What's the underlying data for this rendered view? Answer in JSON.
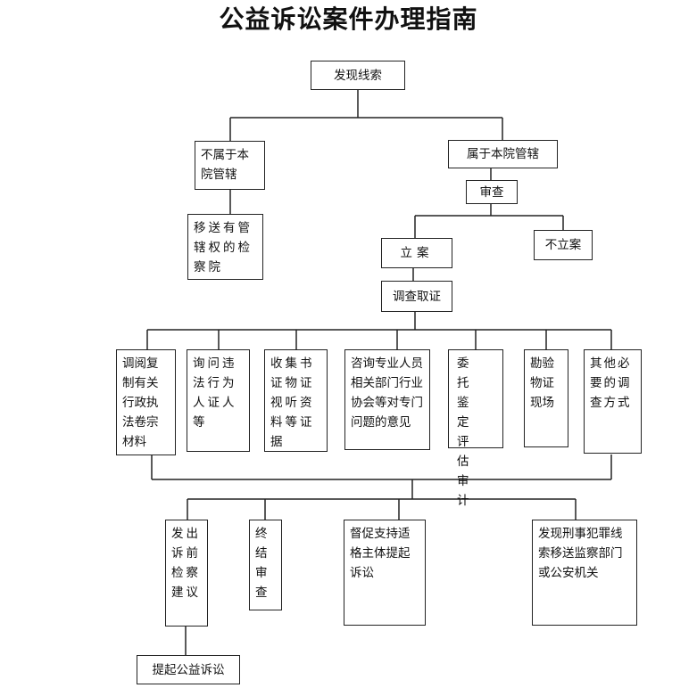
{
  "title": "公益诉讼案件办理指南",
  "nodes": {
    "discover": "发现线索",
    "not_jurisdiction": "不属于本院管辖",
    "within_jurisdiction": "属于本院管辖",
    "review": "审查",
    "transfer": "移送有管辖权的检察院",
    "file_case": "立案",
    "no_case": "不立案",
    "investigate": "调查取证",
    "file_lawsuit": "提起公益诉讼"
  },
  "methods": [
    "调阅复制有关行政执法卷宗材料",
    "询问违法行为人证人等",
    "收集书证物证视听资料等证据",
    "咨询专业人员相关部门行业协会等对专门问题的意见",
    "委托鉴定评估审计",
    "勘验物证现场",
    "其他必要的调查方式"
  ],
  "outcomes": [
    "发出诉前检察建议",
    "终结审查",
    "督促支持适格主体提起诉讼",
    "发现刑事犯罪线索移送监察部门或公安机关"
  ]
}
